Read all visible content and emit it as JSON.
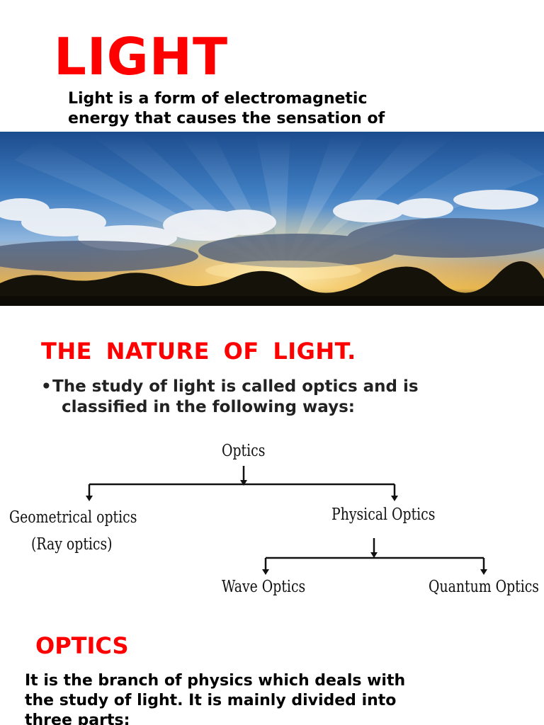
{
  "header": {
    "title": "LIGHT",
    "intro_line1": "Light is a form of electromagnetic",
    "intro_line2": "energy that causes the sensation of"
  },
  "image": {
    "subject": "sunrays-through-clouds-photo"
  },
  "nature_section": {
    "title": "THE  NATURE  OF  LIGHT.",
    "bullet_symbol": "•",
    "bullet_line1": "The study of light is called optics and is",
    "bullet_line2": "classified in the following ways:"
  },
  "classification_tree": {
    "root": "Optics",
    "left_branch_line1": "Geometrical optics",
    "left_branch_line2": "(Ray optics)",
    "right_branch": "Physical Optics",
    "right_child_1": "Wave Optics",
    "right_child_2": "Quantum Optics"
  },
  "optics_section": {
    "title": "OPTICS",
    "line1": "It is the branch of physics which deals with",
    "line2": "the study of light. It is mainly divided into",
    "line3": "three parts:"
  },
  "colors": {
    "heading_red": "#ff0000",
    "text": "#000000"
  }
}
